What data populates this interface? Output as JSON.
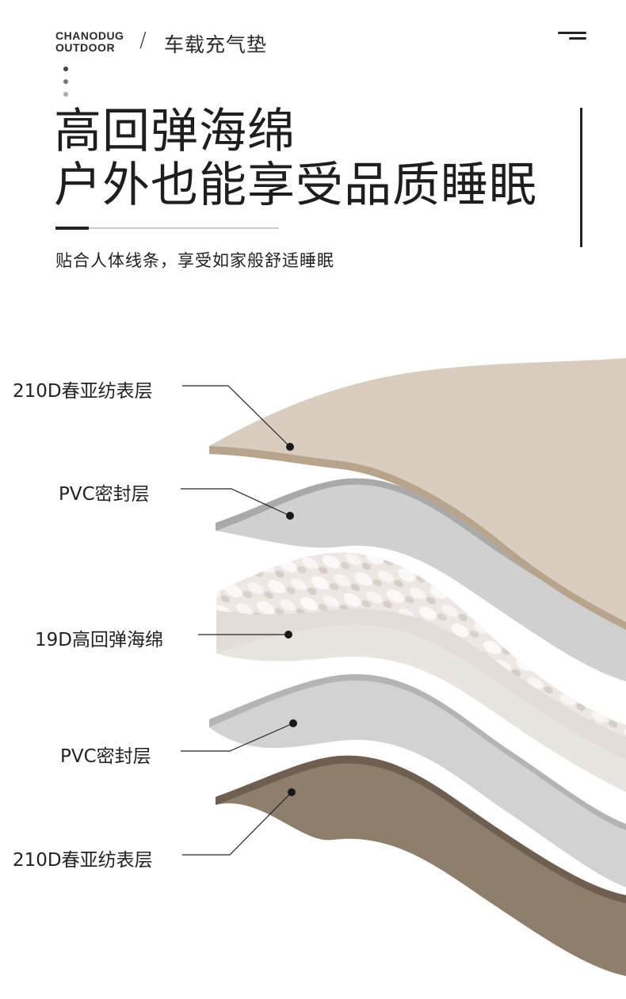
{
  "brand": {
    "line1": "CHANODUG",
    "line2": "OUTDOOR"
  },
  "header": {
    "separator": "/",
    "category": "车载充气垫"
  },
  "headline": {
    "line1": "高回弹海绵",
    "line2": "户外也能享受品质睡眠"
  },
  "subtitle": "贴合人体线条，享受如家般舒适睡眠",
  "layers": [
    {
      "label": "210D春亚纺表层",
      "color": "#d8cdbf"
    },
    {
      "label": "PVC密封层",
      "color": "#cfcfcf"
    },
    {
      "label": "19D高回弹海绵",
      "color": "#e8e4df"
    },
    {
      "label": "PVC密封层",
      "color": "#d2d2d2"
    },
    {
      "label": "210D春亚纺表层",
      "color": "#8e7e6c"
    }
  ],
  "icons": {
    "menu": "menu-icon",
    "dots": "progress-dots"
  }
}
